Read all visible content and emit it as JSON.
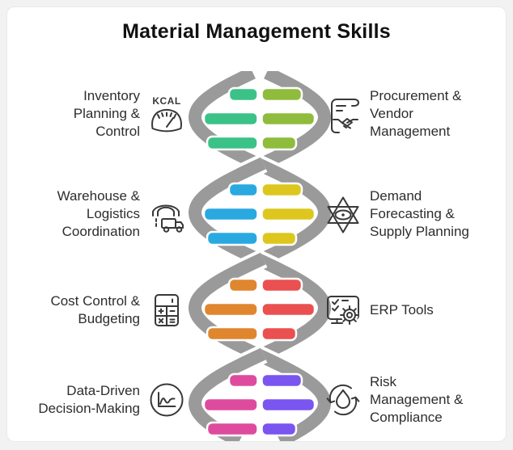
{
  "page": {
    "title": "Material Management Skills",
    "background_color": "#f2f2f2",
    "card_color": "#ffffff",
    "text_color": "#2d2d2d"
  },
  "helix": {
    "strand_color": "#9a9a9a",
    "outline_color": "#ffffff",
    "sections": [
      {
        "left_color": "#3bc287",
        "right_color": "#8fbc3c",
        "left_skill": "Inventory Planning & Control",
        "right_skill": "Procurement & Vendor Management"
      },
      {
        "left_color": "#29a9e0",
        "right_color": "#ddc71e",
        "left_skill": "Warehouse & Logistics Coordination",
        "right_skill": "Demand Forecasting & Supply Planning"
      },
      {
        "left_color": "#e0862e",
        "right_color": "#ea5050",
        "left_skill": "Cost Control & Budgeting",
        "right_skill": "ERP Tools"
      },
      {
        "left_color": "#de4b9e",
        "right_color": "#7b55ef",
        "left_skill": "Data-Driven Decision-Making",
        "right_skill": "Risk Management & Compliance"
      }
    ]
  },
  "left_items": [
    {
      "label": "Inventory\nPlanning &\nControl",
      "icon": "kcal-gauge-icon"
    },
    {
      "label": "Warehouse &\nLogistics\nCoordination",
      "icon": "warehouse-truck-icon"
    },
    {
      "label": "Cost Control &\nBudgeting",
      "icon": "calculator-icon"
    },
    {
      "label": "Data-Driven\nDecision-Making",
      "icon": "line-chart-circle-icon"
    }
  ],
  "right_items": [
    {
      "label": "Procurement &\nVendor\nManagement",
      "icon": "document-handshake-icon"
    },
    {
      "label": "Demand\nForecasting &\nSupply Planning",
      "icon": "star-eye-icon"
    },
    {
      "label": "ERP Tools",
      "icon": "monitor-gear-icon"
    },
    {
      "label": "Risk\nManagement &\nCompliance",
      "icon": "drop-cycle-icon"
    }
  ]
}
